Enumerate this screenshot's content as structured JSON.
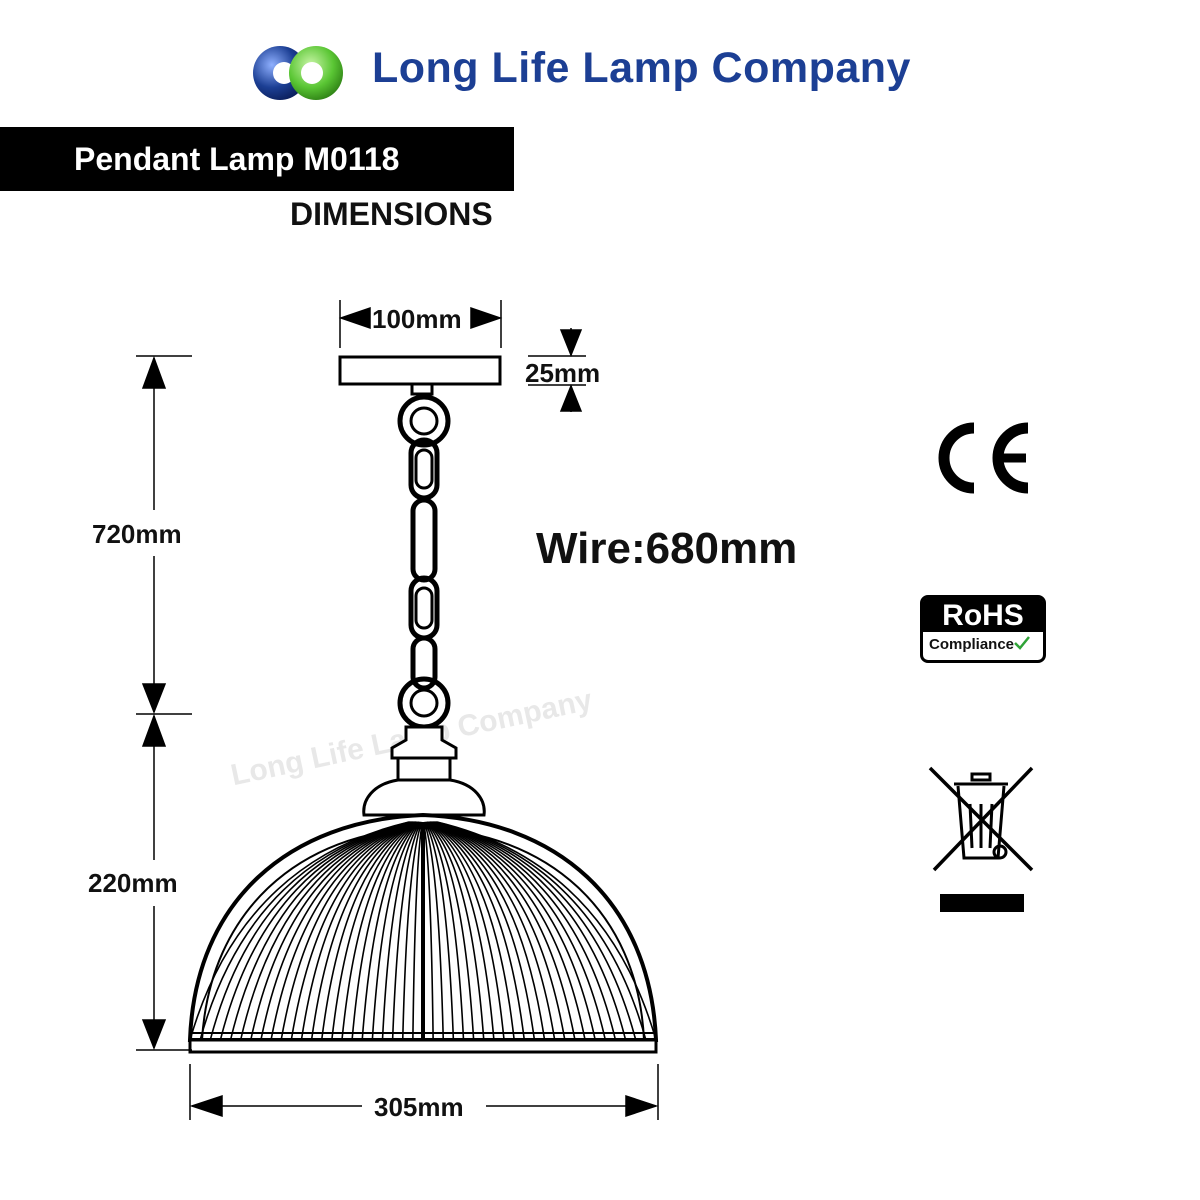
{
  "header": {
    "company_name": "Long Life Lamp Company",
    "brand_colors": {
      "blue": "#1c3f94",
      "green": "#5ac634"
    }
  },
  "product": {
    "title": "Pendant Lamp M0118",
    "section": "DIMENSIONS"
  },
  "dimensions": {
    "canopy_width": "100mm",
    "canopy_height": "25mm",
    "hanging_length": "720mm",
    "shade_height": "220mm",
    "shade_diameter": "305mm",
    "wire": "Wire:680mm"
  },
  "watermark": "Long Life Lamp Company",
  "certifications": {
    "ce": "CE",
    "rohs_title": "RoHS",
    "rohs_subtitle": "Compliance",
    "weee": "weee-crossed-bin-icon"
  }
}
